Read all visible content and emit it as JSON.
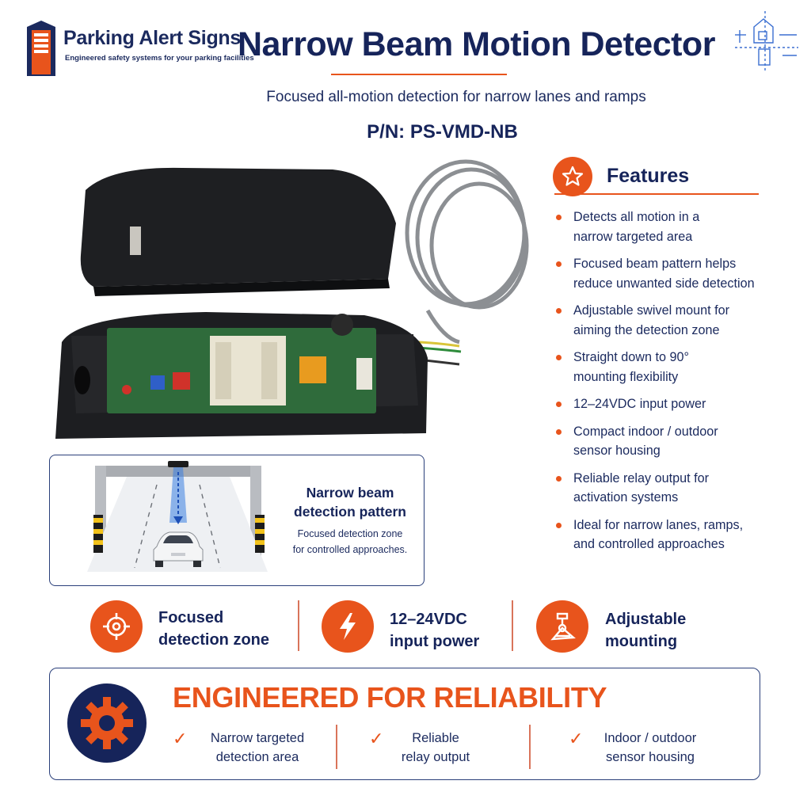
{
  "brand": {
    "name": "Parking Alert Signs",
    "tagline": "Engineered safety systems for your parking facilities"
  },
  "header": {
    "title": "Narrow Beam Motion Detector",
    "subtitle": "Focused all-motion detection for narrow lanes and ramps",
    "part_number": "P/N: PS-VMD-NB"
  },
  "features": {
    "heading": "Features",
    "items": [
      [
        "Detects all motion in a",
        "narrow targeted area"
      ],
      [
        "Focused beam pattern helps",
        "reduce unwanted side detection"
      ],
      [
        "Adjustable swivel mount for",
        "aiming the detection zone"
      ],
      [
        "Straight down to 90°",
        "mounting flexibility"
      ],
      [
        "12–24VDC input power",
        ""
      ],
      [
        "Compact indoor / outdoor",
        "sensor housing"
      ],
      [
        "Reliable relay output for",
        "activation systems"
      ],
      [
        "Ideal for narrow lanes, ramps,",
        "and controlled approaches"
      ]
    ]
  },
  "pattern": {
    "title_line1": "Narrow beam",
    "title_line2": "detection pattern",
    "desc_line1": "Focused detection zone",
    "desc_line2": "for controlled approaches."
  },
  "highlights": [
    {
      "icon": "target-icon",
      "line1": "Focused",
      "line2": "detection zone"
    },
    {
      "icon": "lightning-icon",
      "line1": "12–24VDC",
      "line2": "input power"
    },
    {
      "icon": "mount-icon",
      "line1": "Adjustable",
      "line2": "mounting"
    }
  ],
  "reliability": {
    "title": "ENGINEERED FOR RELIABILITY",
    "items": [
      {
        "line1": "Narrow targeted",
        "line2": "detection area"
      },
      {
        "line1": "Reliable",
        "line2": "relay output"
      },
      {
        "line1": "Indoor / outdoor",
        "line2": "sensor housing"
      }
    ]
  },
  "colors": {
    "accent": "#e8541c",
    "navy": "#16245a"
  }
}
